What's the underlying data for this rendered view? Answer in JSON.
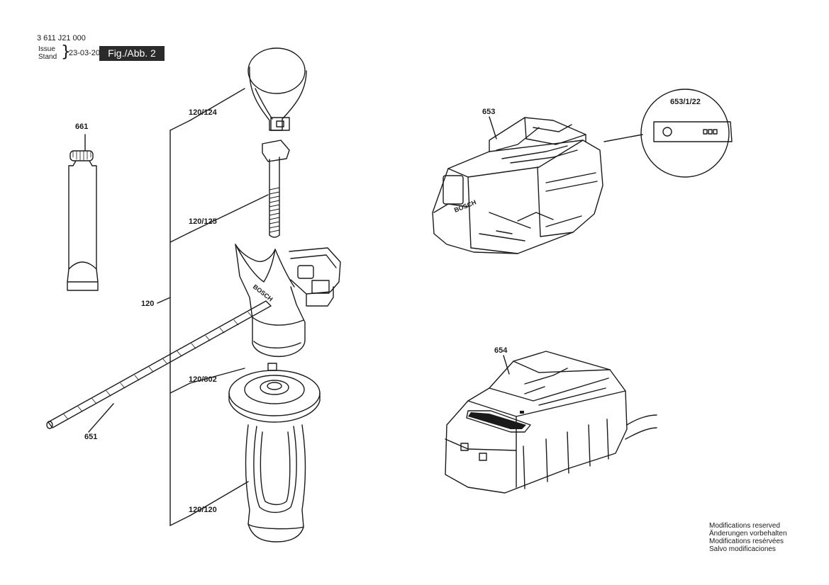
{
  "header": {
    "doc_number": "3 611 J21 000",
    "issue_label_1": "Issue",
    "issue_label_2": "Stand",
    "issue_date": "23-03-20",
    "figure_label": "Fig./Abb. 2"
  },
  "parts": {
    "p661": "661",
    "p120_124": "120/124",
    "p120_125": "120/125",
    "p120": "120",
    "p120_802": "120/802",
    "p120_120": "120/120",
    "p651": "651",
    "p653": "653",
    "p653_1_22": "653/1/22",
    "p654": "654"
  },
  "footer": {
    "line1": "Modifications reserved",
    "line2": "Änderungen vorbehalten",
    "line3": "Modifications resérvées",
    "line4": "Salvo modificaciones"
  },
  "brand_marks": {
    "handle_logo": "BOSCH",
    "battery_logo": "BOSCH"
  }
}
